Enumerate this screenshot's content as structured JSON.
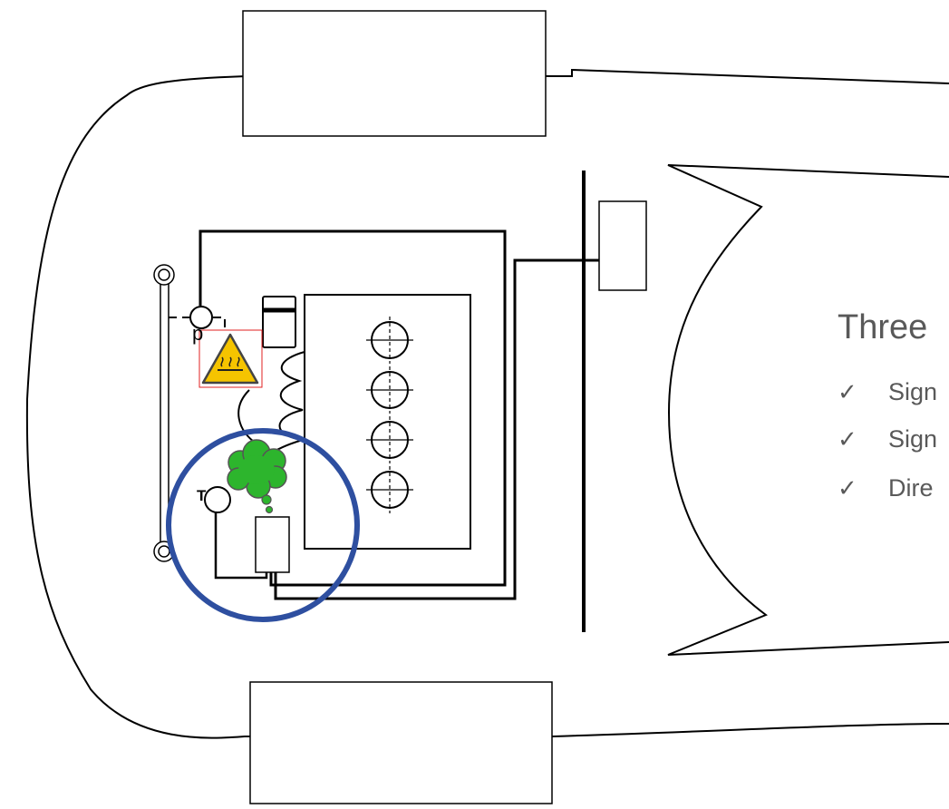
{
  "labels": {
    "pressure": "p",
    "temperature": "T"
  },
  "panel": {
    "title": "Three",
    "items": [
      "Sign",
      "Sign",
      "Dire"
    ],
    "check_glyph": "✓"
  },
  "colors": {
    "outline": "#000000",
    "highlight_circle": "#2e4fa0",
    "emission_cloud": "#2db52d",
    "warning_fill": "#f5c400",
    "warning_border": "#e02020",
    "text": "#595959"
  },
  "icons": [
    "hot-surface-warning-icon",
    "emission-cloud-icon",
    "checkmark-icon"
  ]
}
